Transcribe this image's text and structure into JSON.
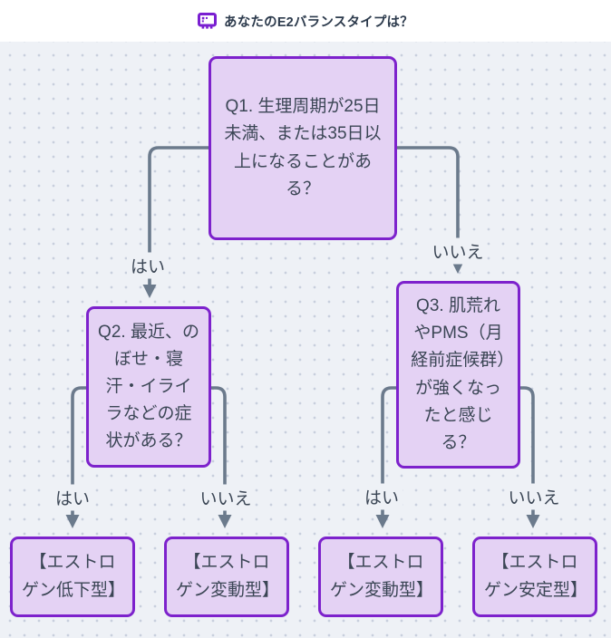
{
  "header": {
    "title": "あなたのE2バランスタイプは？",
    "icon": "presentation-board-icon"
  },
  "flowchart": {
    "nodes": [
      {
        "id": "q1",
        "text": "Q1. 生理周期が25日未満、または35日以上になることがある？"
      },
      {
        "id": "q2",
        "text": "Q2. 最近、のぼせ・寝汗・イライラなどの症状がある？"
      },
      {
        "id": "q3",
        "text": "Q3. 肌荒れやPMS（月経前症候群）が強くなったと感じる？"
      },
      {
        "id": "r1",
        "text": "【エストロゲン低下型】"
      },
      {
        "id": "r2",
        "text": "【エストロゲン変動型】"
      },
      {
        "id": "r3",
        "text": "【エストロゲン変動型】"
      },
      {
        "id": "r4",
        "text": "【エストロゲン安定型】"
      }
    ],
    "edges": [
      {
        "from": "q1",
        "to": "q2",
        "label": "はい"
      },
      {
        "from": "q1",
        "to": "q3",
        "label": "いいえ"
      },
      {
        "from": "q2",
        "to": "r1",
        "label": "はい"
      },
      {
        "from": "q2",
        "to": "r2",
        "label": "いいえ"
      },
      {
        "from": "q3",
        "to": "r3",
        "label": "はい"
      },
      {
        "from": "q3",
        "to": "r4",
        "label": "いいえ"
      }
    ]
  },
  "colors": {
    "node_fill": "#e4d2f4",
    "node_border": "#7d22cc",
    "edge_line": "#6b7a8c",
    "node_text": "#3b4655",
    "canvas_background": "#eef1f6",
    "canvas_dot": "#c8cfdd",
    "title_text": "#2d3b4d",
    "icon_purple": "#7a1fd1"
  }
}
